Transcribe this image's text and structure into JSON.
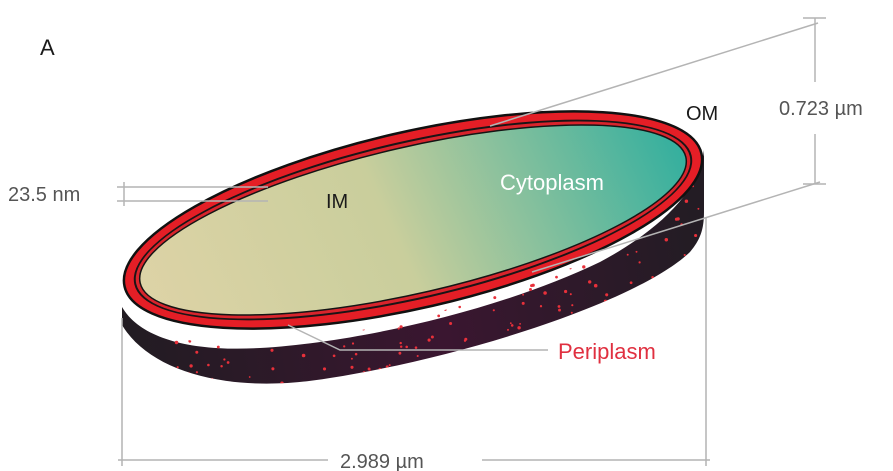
{
  "panel_label": "A",
  "labels": {
    "outer_membrane": "OM",
    "inner_membrane": "IM",
    "cytoplasm": "Cytoplasm",
    "periplasm": "Periplasm"
  },
  "dimensions": {
    "membrane_thickness": "23.5 nm",
    "cell_width": "0.723 µm",
    "cell_length": "2.989 µm"
  },
  "colors": {
    "membrane": "#e41e26",
    "periplasm_dots": "#e8303a",
    "body_dark": "#231c24",
    "body_purple": "#4a1434",
    "cytoplasm_start": "#ddd3a6",
    "cytoplasm_end": "#2fae9e",
    "dimension_lines": "#b4b4b4",
    "periplasm_label": "#e03040",
    "cytoplasm_label": "#ffffff",
    "dark_label": "#1a1a1a",
    "measure_label": "#555555"
  }
}
